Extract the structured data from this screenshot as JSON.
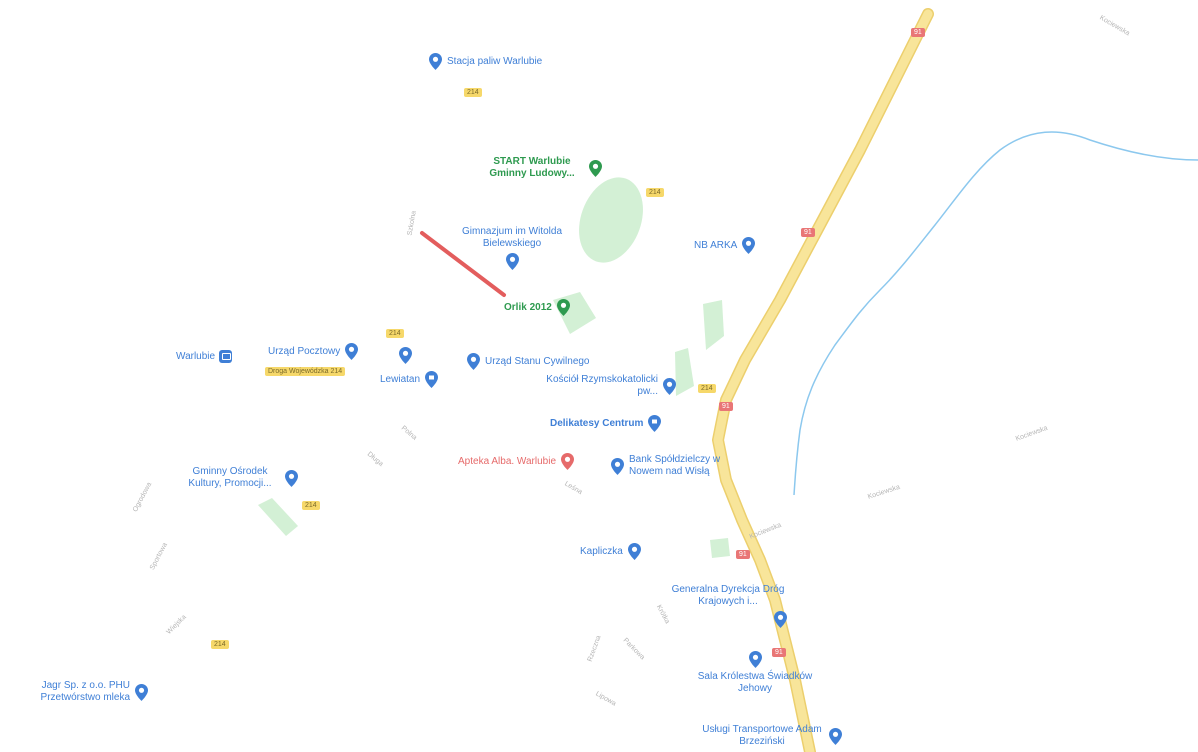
{
  "map": {
    "colors": {
      "background": "#ffffff",
      "national_road": "#f8e59a",
      "national_road_edge": "#eccf6d",
      "river": "#8cc8ee",
      "park": "#d3f0d5",
      "selected_segment": "#e35d5d",
      "poi_blue": "#3f7fd6",
      "poi_green": "#2e9a4f",
      "poi_red": "#e66a6a"
    },
    "road_shields": {
      "national": "91",
      "regional": "214"
    },
    "places": [
      {
        "id": "stacja-paliw",
        "label": "Stacja paliw Warlubie",
        "category": "blue",
        "icon": "map-pin-icon"
      },
      {
        "id": "start-warlubie",
        "label": "START Warlubie Gminny Ludowy...",
        "category": "green",
        "icon": "map-pin-icon"
      },
      {
        "id": "gimnazjum",
        "label": "Gimnazjum im Witolda Bielewskiego",
        "category": "blue",
        "icon": "map-pin-icon"
      },
      {
        "id": "nb-arka",
        "label": "NB ARKA",
        "category": "blue",
        "icon": "map-pin-icon"
      },
      {
        "id": "orlik",
        "label": "Orlik 2012",
        "category": "green",
        "icon": "map-pin-icon"
      },
      {
        "id": "warlubie-station",
        "label": "Warlubie",
        "category": "blue",
        "icon": "train-station-icon"
      },
      {
        "id": "urzad-pocztowy",
        "label": "Urząd Pocztowy",
        "category": "blue",
        "icon": "map-pin-icon"
      },
      {
        "id": "lewiatan",
        "label": "Lewiatan",
        "category": "blue",
        "icon": "shopping-bag-icon"
      },
      {
        "id": "usc",
        "label": "Urząd Stanu Cywilnego",
        "category": "blue",
        "icon": "map-pin-icon"
      },
      {
        "id": "kosciol",
        "label": "Kościół Rzymskokatolicki pw...",
        "category": "blue",
        "icon": "map-pin-icon"
      },
      {
        "id": "delikatesy",
        "label": "Delikatesy Centrum",
        "category": "blue",
        "icon": "shopping-bag-icon"
      },
      {
        "id": "apteka",
        "label": "Apteka Alba. Warlubie",
        "category": "red",
        "icon": "pharmacy-pin-icon"
      },
      {
        "id": "bank",
        "label": "Bank Spółdzielczy w Nowem nad Wisłą",
        "category": "blue",
        "icon": "map-pin-icon"
      },
      {
        "id": "gok",
        "label": "Gminny Ośrodek Kultury, Promocji...",
        "category": "blue",
        "icon": "map-pin-icon"
      },
      {
        "id": "kapliczka",
        "label": "Kapliczka",
        "category": "blue",
        "icon": "map-pin-icon"
      },
      {
        "id": "gddkia",
        "label": "Generalna Dyrekcja Dróg Krajowych i...",
        "category": "blue",
        "icon": "map-pin-icon"
      },
      {
        "id": "sala-krolestwa",
        "label": "Sala Królestwa Świadków Jehowy",
        "category": "blue",
        "icon": "map-pin-icon"
      },
      {
        "id": "jagr",
        "label": "Jagr Sp. z o.o. PHU Przetwórstwo mleka",
        "category": "blue",
        "icon": "map-pin-icon"
      },
      {
        "id": "uslugi",
        "label": "Usługi Transportowe Adam Brzeziński",
        "category": "blue",
        "icon": "map-pin-icon"
      }
    ],
    "streets": [
      {
        "id": "st-szkolna",
        "label": "Szkolna"
      },
      {
        "id": "st-dworcowa",
        "label": "Droga Wojewódzka 214"
      },
      {
        "id": "st-polna",
        "label": "Polna"
      },
      {
        "id": "st-dluga",
        "label": "Długa"
      },
      {
        "id": "st-lesna",
        "label": "Leśna"
      },
      {
        "id": "st-kociewska-1",
        "label": "Kociewska"
      },
      {
        "id": "st-kociewska-2",
        "label": "Kociewska"
      },
      {
        "id": "st-kociewska-3",
        "label": "Kociewska"
      },
      {
        "id": "st-ogrodowa",
        "label": "Ogrodowa"
      },
      {
        "id": "st-sportowa",
        "label": "Sportowa"
      },
      {
        "id": "st-wiejska",
        "label": "Wiejska"
      },
      {
        "id": "st-parkowa",
        "label": "Parkowa"
      },
      {
        "id": "st-krotka",
        "label": "Krótka"
      },
      {
        "id": "st-rzeczna",
        "label": "Rzeczna"
      },
      {
        "id": "st-lipowa",
        "label": "Lipowa"
      },
      {
        "id": "st-ne",
        "label": "Kociewska"
      }
    ]
  }
}
